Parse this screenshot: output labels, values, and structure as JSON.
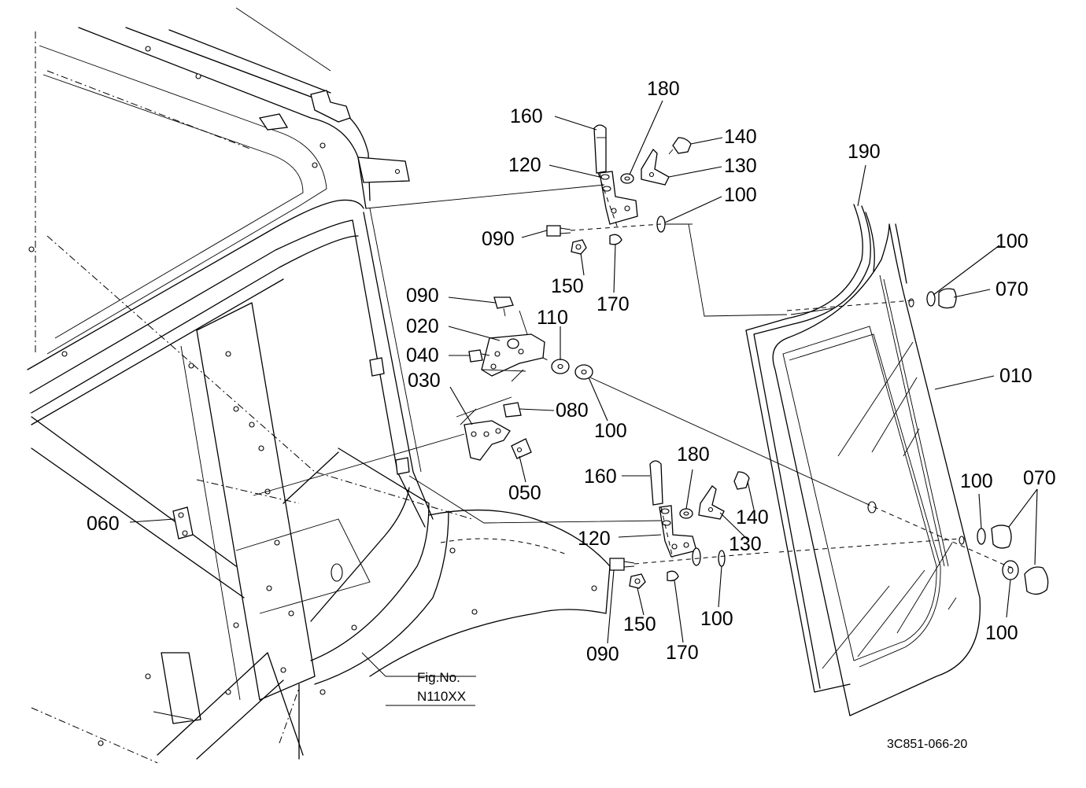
{
  "figure": {
    "fig_no_label": "Fig.No.",
    "fig_no_value": "N110XX",
    "drawing_code": "3C851-066-20"
  },
  "callouts": {
    "c180a": "180",
    "c160a": "160",
    "c140a": "140",
    "c120a": "120",
    "c130a": "130",
    "c100a": "100",
    "c090a": "090",
    "c150a": "150",
    "c170a": "170",
    "c190": "190",
    "c100b": "100",
    "c070a": "070",
    "c090b": "090",
    "c110": "110",
    "c020": "020",
    "c040": "040",
    "c030": "030",
    "c080": "080",
    "c100c": "100",
    "c010": "010",
    "c050": "050",
    "c060": "060",
    "c160b": "160",
    "c180b": "180",
    "c140b": "140",
    "c120b": "120",
    "c130b": "130",
    "c100d": "100",
    "c070b": "070",
    "c100e": "100",
    "c150b": "150",
    "c170b": "170",
    "c100f": "100",
    "c090c": "090"
  }
}
